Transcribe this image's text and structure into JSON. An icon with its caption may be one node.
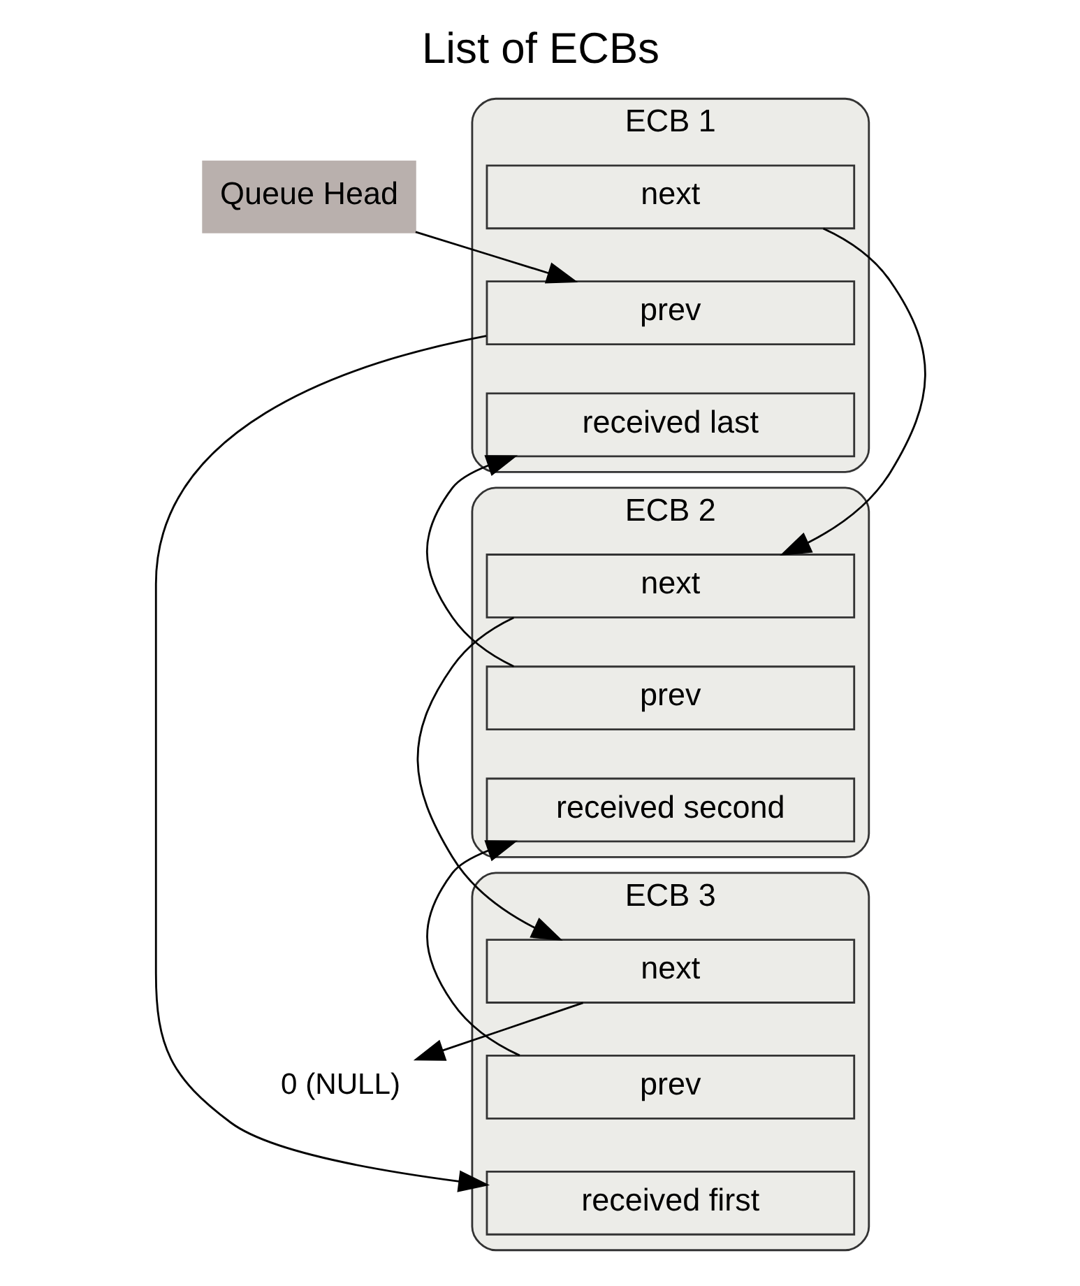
{
  "diagram": {
    "title": "List of ECBs",
    "nodes": [
      {
        "text": [
          "Queue Head"
        ]
      },
      {
        "text": [
          "ECB 1"
        ]
      },
      {
        "text": [
          "next"
        ],
        "in": 1
      },
      {
        "text": [
          "prev"
        ],
        "in": 1
      },
      {
        "text": [
          "received last"
        ],
        "in": 1
      },
      {
        "text": [
          "ECB 2"
        ]
      },
      {
        "text": [
          "next"
        ],
        "in": 5
      },
      {
        "text": [
          "prev"
        ],
        "in": 5
      },
      {
        "text": [
          "received second"
        ],
        "in": 5
      },
      {
        "text": [
          "ECB 3"
        ]
      },
      {
        "text": [
          "next"
        ],
        "in": 9
      },
      {
        "text": [
          "prev"
        ],
        "in": 9
      },
      {
        "text": [
          "received first"
        ],
        "in": 9
      },
      {
        "text": [
          "0 (NULL)"
        ]
      }
    ],
    "edges": [
      {
        "from": 0,
        "to": 3,
        "arrow": "to"
      },
      {
        "from": 2,
        "to": 6,
        "arrow": "to"
      },
      {
        "from": 3,
        "to": 12,
        "arrow": "to"
      },
      {
        "from": 6,
        "to": 10,
        "arrow": "to"
      },
      {
        "from": 7,
        "to": 4,
        "arrow": "to"
      },
      {
        "from": 11,
        "to": 8,
        "arrow": "to"
      },
      {
        "from": 10,
        "to": 13,
        "arrow": "to"
      }
    ]
  }
}
